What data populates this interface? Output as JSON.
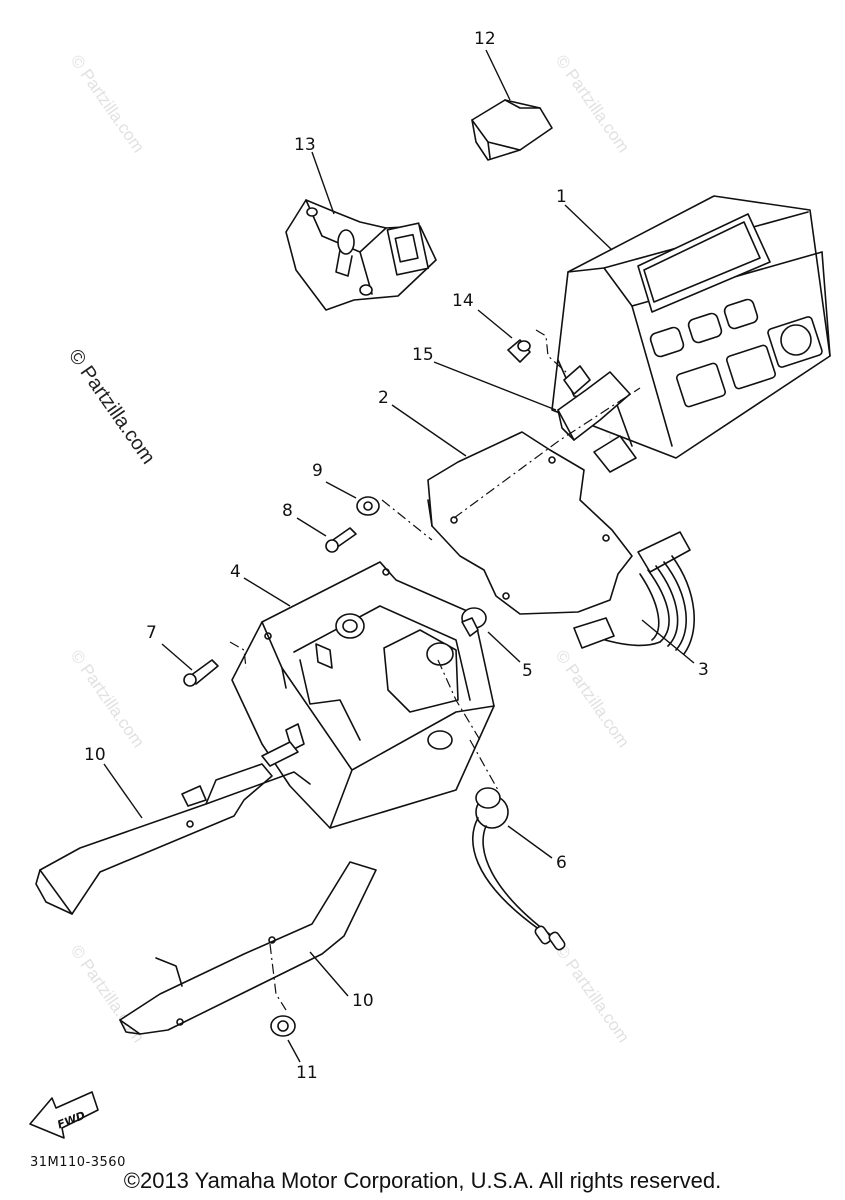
{
  "watermark": "© Partzilla.com",
  "callouts": [
    "1",
    "2",
    "3",
    "4",
    "5",
    "6",
    "7",
    "8",
    "9",
    "10",
    "10",
    "11",
    "12",
    "13",
    "14",
    "15"
  ],
  "fwd_label": "FWD",
  "drawing_code": "31M110-3560",
  "copyright": "©2013 Yamaha Motor Corporation, U.S.A. All rights reserved."
}
